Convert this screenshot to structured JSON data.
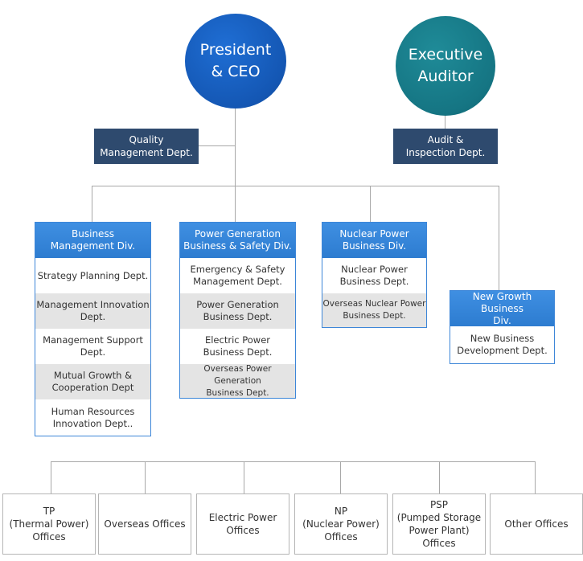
{
  "top": {
    "ceo": "President\n& CEO",
    "auditor": "Executive\nAuditor"
  },
  "staff": {
    "quality": "Quality\nManagement Dept.",
    "audit": "Audit &\nInspection Dept."
  },
  "divisions": [
    {
      "title": "Business\nManagement Div.",
      "depts": [
        "Strategy Planning Dept.",
        "Management Innovation\nDept.",
        "Management Support\nDept.",
        "Mutual Growth &\nCooperation Dept",
        "Human Resources\nInnovation Dept.."
      ]
    },
    {
      "title": "Power Generation\nBusiness & Safety Div.",
      "depts": [
        "Emergency & Safety\nManagement Dept.",
        "Power Generation\nBusiness Dept.",
        "Electric Power\nBusiness Dept.",
        "Overseas Power Generation\nBusiness Dept."
      ]
    },
    {
      "title": "Nuclear Power\nBusiness Div.",
      "depts": [
        "Nuclear Power\nBusiness Dept.",
        "Overseas Nuclear Power\nBusiness Dept."
      ]
    },
    {
      "title": "New Growth Business\nDiv.",
      "depts": [
        "New Business\nDevelopment Dept."
      ]
    }
  ],
  "offices": [
    "TP\n(Thermal Power)\nOffices",
    "Overseas Offices",
    "Electric Power\nOffices",
    "NP\n(Nuclear Power)\nOffices",
    "PSP\n(Pumped Storage\nPower Plant)\nOffices",
    "Other Offices"
  ]
}
